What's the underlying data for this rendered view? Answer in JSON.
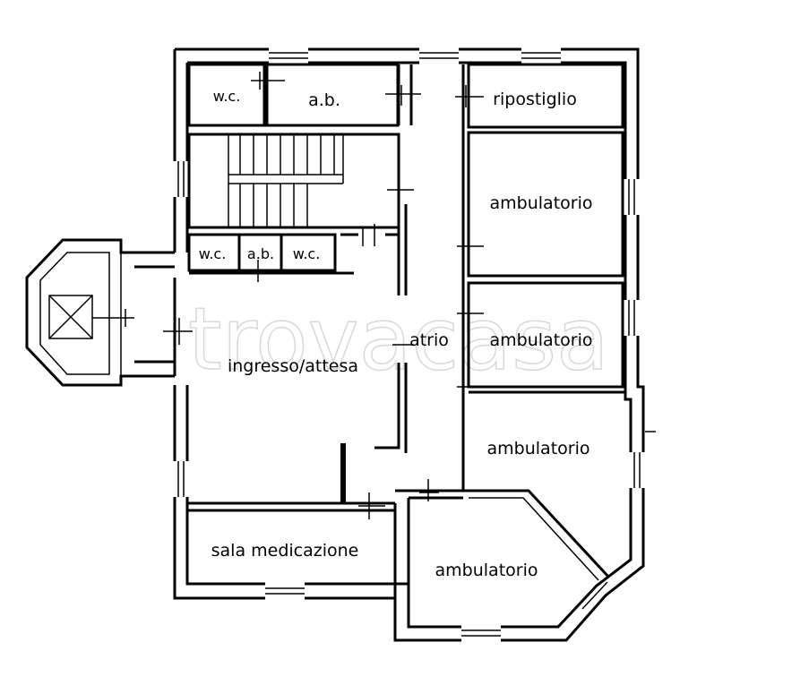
{
  "watermark": "trovacasa",
  "rooms": {
    "wc_top": "w.c.",
    "ab_top": "a.b.",
    "ripostiglio": "ripostiglio",
    "ambulatorio_1": "ambulatorio",
    "wc_small_left": "w.c.",
    "ab_small": "a.b.",
    "wc_small_right": "w.c.",
    "ambulatorio_2": "ambulatorio",
    "atrio": "atrio",
    "ingresso": "ingresso/attesa",
    "ambulatorio_3": "ambulatorio",
    "sala_medicazione": "sala medicazione",
    "ambulatorio_4": "ambulatorio"
  }
}
